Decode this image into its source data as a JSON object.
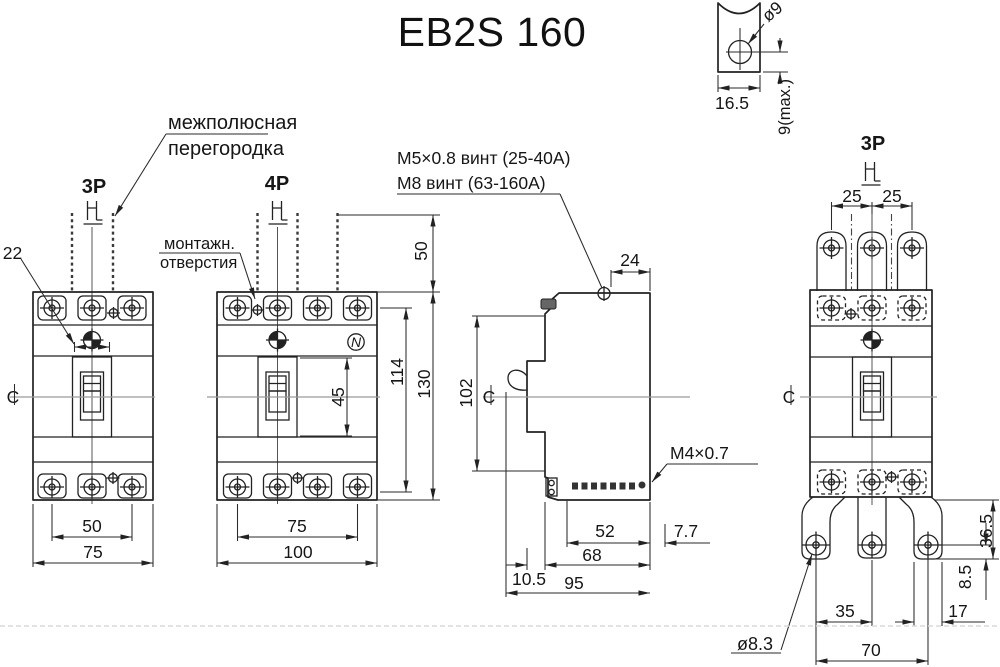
{
  "title": "EB2S 160",
  "ann": {
    "ip1": "межполюсная",
    "ip2": "перегородка",
    "mo1": "монтажн.",
    "mo2": "отверстия",
    "s1": "М5×0.8 винт (25-40А)",
    "s2": "М8 винт (63-160А)",
    "m4": "М4×0.7",
    "d9": "ø9",
    "d83": "ø8.3",
    "n": "N",
    "cl": "C"
  },
  "detail": {
    "w": "16.5",
    "d": "9(max.)"
  },
  "f3": {
    "label": "3Р",
    "d22": "22",
    "d50": "50",
    "d75": "75"
  },
  "f4": {
    "label": "4Р",
    "d45": "45",
    "d50": "50",
    "d75": "75",
    "d100": "100",
    "d114": "114",
    "d130": "130"
  },
  "side": {
    "d24": "24",
    "d102": "102",
    "d52": "52",
    "d77": "7.7",
    "d68": "68",
    "d105": "10.5",
    "d95": "95"
  },
  "rear": {
    "label": "3Р",
    "d25a": "25",
    "d25b": "25",
    "d35": "35",
    "d70": "70",
    "d17": "17",
    "d365": "36.5",
    "d85": "8.5"
  }
}
